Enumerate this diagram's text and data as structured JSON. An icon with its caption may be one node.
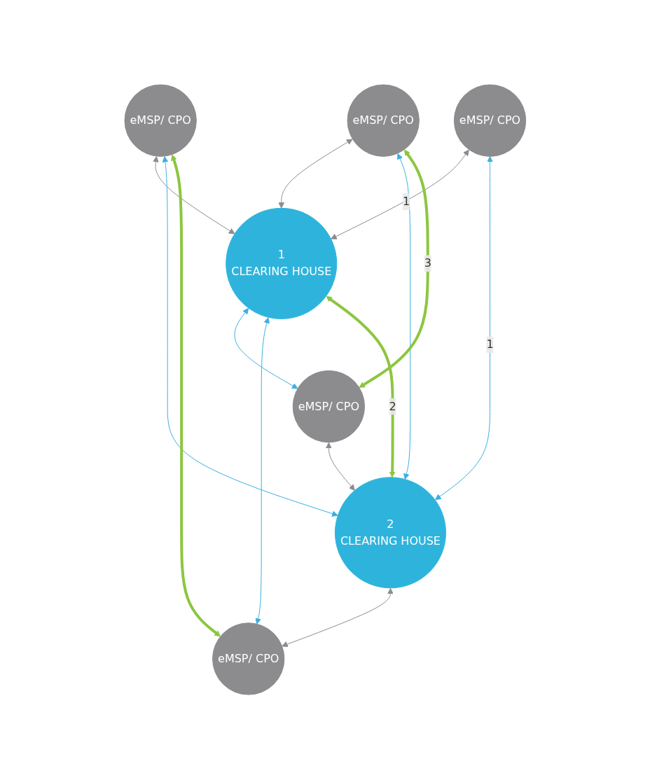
{
  "diagram": {
    "nodes": [
      {
        "text": [
          "eMSP/ CPO"
        ]
      },
      {
        "text": [
          "eMSP/ CPO"
        ]
      },
      {
        "text": [
          "eMSP/ CPO"
        ]
      },
      {
        "text": [
          "1",
          "CLEARING HOUSE"
        ]
      },
      {
        "text": [
          "eMSP/ CPO"
        ]
      },
      {
        "text": [
          "2",
          "CLEARING HOUSE"
        ]
      },
      {
        "text": [
          "eMSP/ CPO"
        ]
      }
    ],
    "edges": [
      {
        "from": 0,
        "to": 3,
        "arrow": "both",
        "label": "1",
        "color": "#8c8c8e"
      },
      {
        "from": 1,
        "to": 3,
        "arrow": "both",
        "color": "#8c8c8e"
      },
      {
        "from": 2,
        "to": 3,
        "arrow": "both",
        "color": "#8c8c8e"
      },
      {
        "from": 1,
        "to": 5,
        "arrow": "both",
        "color": "#3ab0e0"
      },
      {
        "from": 2,
        "to": 5,
        "arrow": "both",
        "color": "#3ab0e0"
      },
      {
        "from": 3,
        "to": 4,
        "arrow": "both",
        "color": "#3ab0e0"
      },
      {
        "from": 3,
        "to": 6,
        "arrow": "both",
        "color": "#3ab0e0"
      },
      {
        "from": 1,
        "to": 4,
        "arrow": "both",
        "label": "3",
        "style": "thick",
        "color": "#8cc63f"
      },
      {
        "from": 3,
        "to": 5,
        "arrow": "both",
        "label": "2",
        "style": "thick",
        "color": "#8cc63f"
      },
      {
        "from": 2,
        "to": 6,
        "arrow": "both",
        "style": "thick",
        "color": "#8cc63f"
      },
      {
        "from": 4,
        "to": 5,
        "arrow": "both",
        "color": "#8c8c8e"
      },
      {
        "from": 5,
        "to": 6,
        "arrow": "both",
        "color": "#8c8c8e"
      },
      {
        "from": 5,
        "to": 0,
        "arrow": "both",
        "label": "1",
        "color": "#3ab0e0"
      }
    ]
  }
}
